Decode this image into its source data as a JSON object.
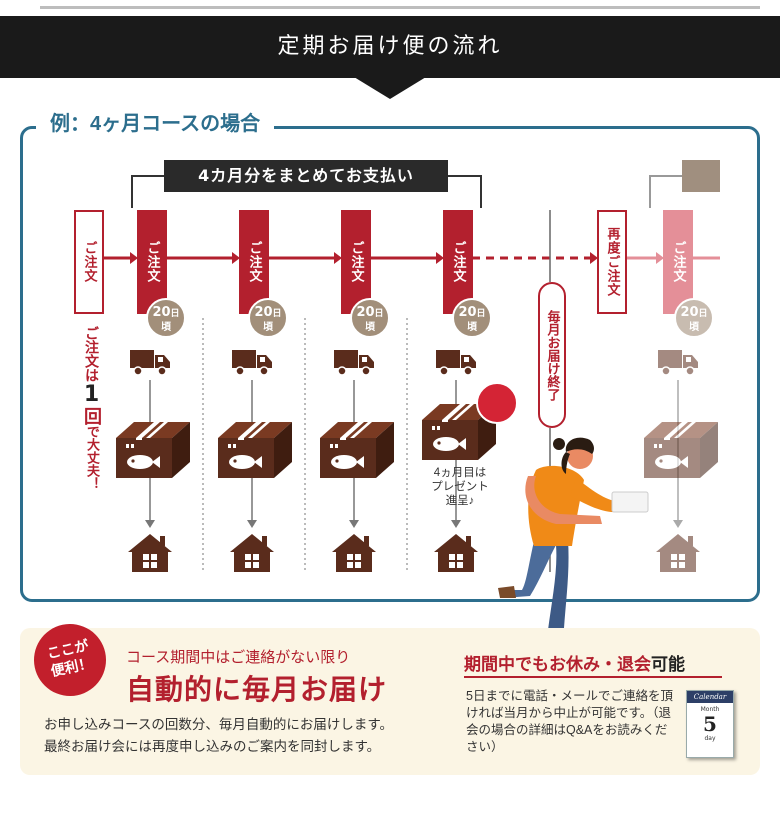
{
  "header": {
    "title": "定期お届け便の流れ"
  },
  "flow": {
    "title": "例：4ヶ月コースの場合",
    "payment_label": "4カ月分をまとめてお支払い",
    "first_order_label": "ご注文",
    "order_label": "ご注文",
    "reorder_label": "再度ご注文",
    "day_badge": {
      "number": "20",
      "unit": "日",
      "suffix": "頃"
    },
    "once_note": {
      "part1": "ご注文は",
      "number": "1",
      "part2": "回",
      "part3": "で大丈夫！"
    },
    "end_label": "毎月お届け終了",
    "gift_note": {
      "line1": "4ヵ月目は",
      "line2": "プレゼント",
      "line3": "進呈♪"
    }
  },
  "benefit": {
    "badge_line1": "ここが",
    "badge_line2": "便利！",
    "subtitle": "コース期間中はご連絡がない限り",
    "title": "自動的に毎月お届け",
    "body_line1": "お申し込みコースの回数分、毎月自動的にお届けします。",
    "body_line2": "最終お届け会には再度申し込みのご案内を同封します。"
  },
  "pause": {
    "title_main": "期間中でもお休み・退会",
    "title_accent": "可能",
    "body": "5日までに電話・メールでご連絡を頂ければ当月から中止が可能です。（退会の場合の詳細はQ&Aをお読みください）"
  },
  "calendar_icon": {
    "header": "Calendar",
    "month": "Month",
    "day": "5",
    "day_label": "day"
  },
  "colors": {
    "accent": "#b3202e",
    "flow_border": "#2c6e8d",
    "brown": "#5a2c1c",
    "badge": "#a28f7a",
    "banner": "#1a1a1a"
  }
}
